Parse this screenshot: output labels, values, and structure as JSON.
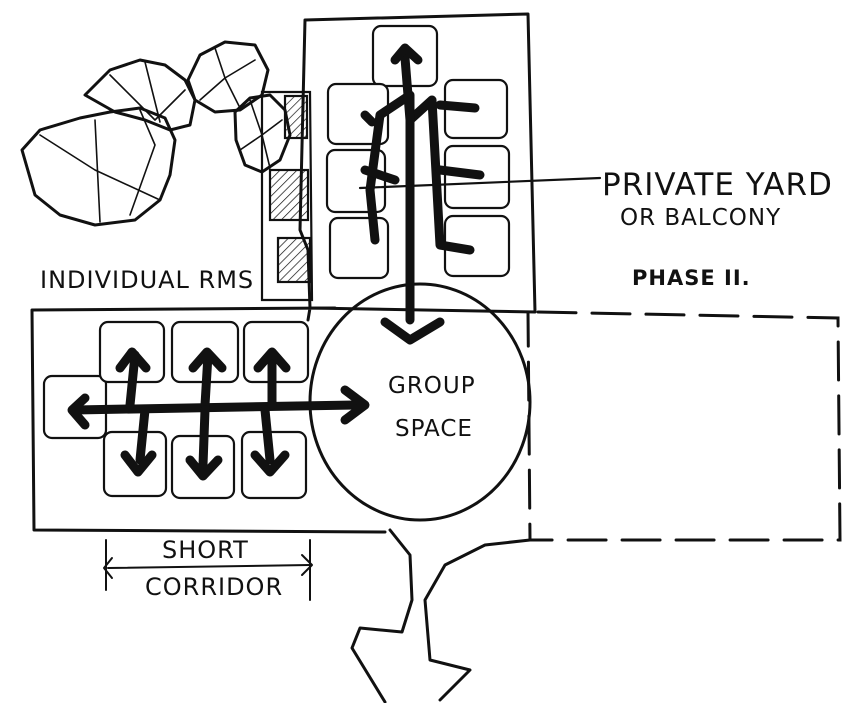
{
  "labels": {
    "private_yard": "PRIVATE YARD",
    "or_balcony": "OR BALCONY",
    "phase": "PHASE II.",
    "individual_rms": "INDIVIDUAL RMS",
    "group": "GROUP",
    "space": "SPACE",
    "short": "SHORT",
    "corridor": "CORRIDOR"
  },
  "colors": {
    "ink": "#111111",
    "paper": "#ffffff"
  }
}
